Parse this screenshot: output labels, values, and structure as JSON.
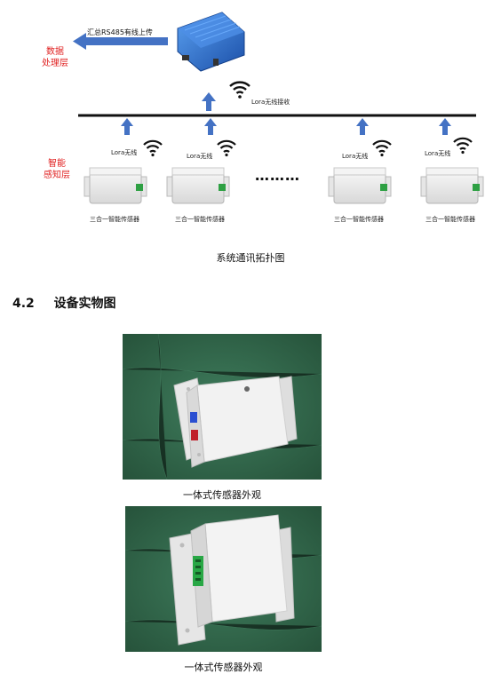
{
  "diagram": {
    "upload_label": "汇总RS485有线上传",
    "data_layer_label": [
      "数据",
      "处理层"
    ],
    "sensing_layer_label": [
      "智能",
      "感知层"
    ],
    "lora_receive_label": "Lora无线接收",
    "nodes": [
      {
        "lora_label": "Lora无线",
        "sensor_label": "三合一智能传感器"
      },
      {
        "lora_label": "Lora无线",
        "sensor_label": "三合一智能传感器"
      },
      {
        "lora_label": "Lora无线",
        "sensor_label": "三合一智能传感器"
      },
      {
        "lora_label": "Lora无线",
        "sensor_label": "三合一智能传感器"
      }
    ],
    "ellipsis": "………",
    "caption": "系统通讯拓扑图"
  },
  "section": {
    "number": "4.2",
    "title": "设备实物图"
  },
  "photos": [
    {
      "caption": "一体式传感器外观"
    },
    {
      "caption": "一体式传感器外观"
    }
  ],
  "colors": {
    "arrow_blue": "#4472c4",
    "label_red": "#e02020",
    "bus_black": "#111111",
    "gateway_blue": "#2e6fd1",
    "table_green": "#2e6b4e"
  }
}
